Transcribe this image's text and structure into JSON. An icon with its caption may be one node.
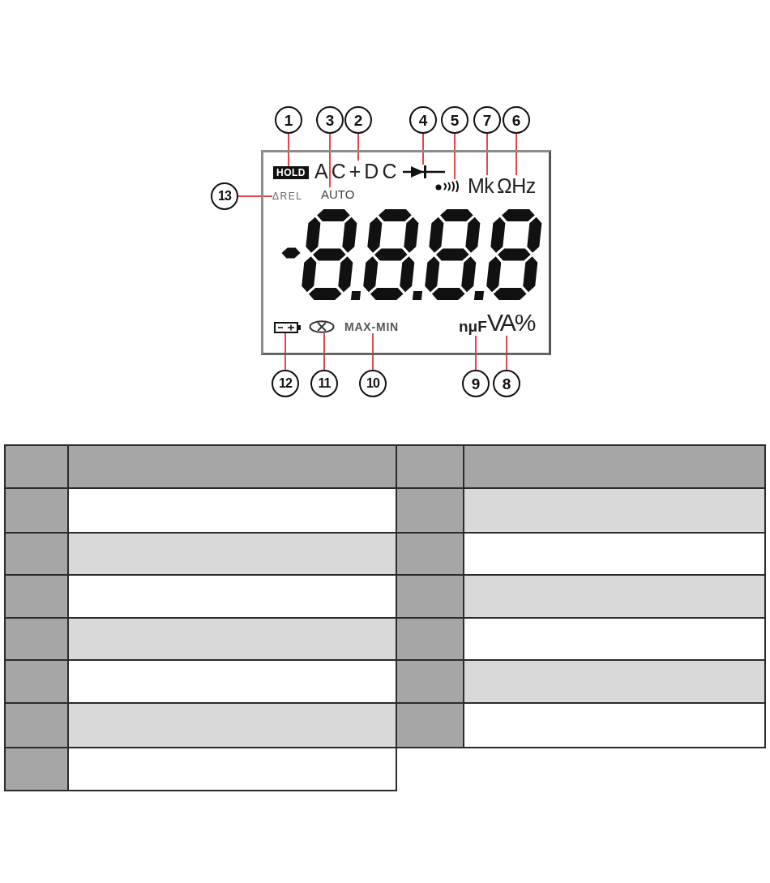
{
  "diagram": {
    "nodes": [
      {
        "text": [
          "1"
        ]
      },
      {
        "text": [
          "3"
        ]
      },
      {
        "text": [
          "2"
        ]
      },
      {
        "text": [
          "4"
        ]
      },
      {
        "text": [
          "5"
        ]
      },
      {
        "text": [
          "7"
        ]
      },
      {
        "text": [
          "6"
        ]
      },
      {
        "text": [
          "13"
        ]
      },
      {
        "text": [],
        "shape": "box"
      },
      {
        "text": [
          "HOLD"
        ],
        "in": 8
      },
      {
        "text": [
          "AC+DC"
        ],
        "in": 8
      },
      {
        "text": [],
        "shape": "picture",
        "in": 8
      },
      {
        "text": [],
        "shape": "picture",
        "in": 8
      },
      {
        "text": [
          "Mk"
        ],
        "in": 8
      },
      {
        "text": [
          "ΩHz"
        ],
        "in": 8
      },
      {
        "text": [
          "ΔREL"
        ],
        "in": 8
      },
      {
        "text": [
          "AUTO"
        ],
        "in": 8
      },
      {
        "text": [],
        "shape": "picture",
        "in": 8
      },
      {
        "text": [],
        "shape": "picture",
        "in": 8
      },
      {
        "text": [
          "MAX-MIN"
        ],
        "in": 8
      },
      {
        "text": [
          "nμF"
        ],
        "in": 8
      },
      {
        "text": [
          "VA%"
        ],
        "in": 8
      },
      {
        "text": [
          "12"
        ]
      },
      {
        "text": [
          "11"
        ]
      },
      {
        "text": [
          "10"
        ]
      },
      {
        "text": [
          "9"
        ]
      },
      {
        "text": [
          "8"
        ]
      }
    ],
    "edges": [
      {
        "from": 0,
        "to": 9,
        "arrow": "none"
      },
      {
        "from": 1,
        "to": 16,
        "arrow": "none"
      },
      {
        "from": 2,
        "to": 10,
        "arrow": "none"
      },
      {
        "from": 3,
        "to": 11,
        "arrow": "none"
      },
      {
        "from": 4,
        "to": 12,
        "arrow": "none"
      },
      {
        "from": 5,
        "to": 13,
        "arrow": "none"
      },
      {
        "from": 6,
        "to": 14,
        "arrow": "none"
      },
      {
        "from": 7,
        "to": 15,
        "arrow": "none"
      },
      {
        "from": 22,
        "to": 17,
        "arrow": "none"
      },
      {
        "from": 23,
        "to": 18,
        "arrow": "none"
      },
      {
        "from": 24,
        "to": 19,
        "arrow": "none"
      },
      {
        "from": 25,
        "to": 20,
        "arrow": "none"
      },
      {
        "from": 26,
        "to": 21,
        "arrow": "none"
      }
    ]
  }
}
